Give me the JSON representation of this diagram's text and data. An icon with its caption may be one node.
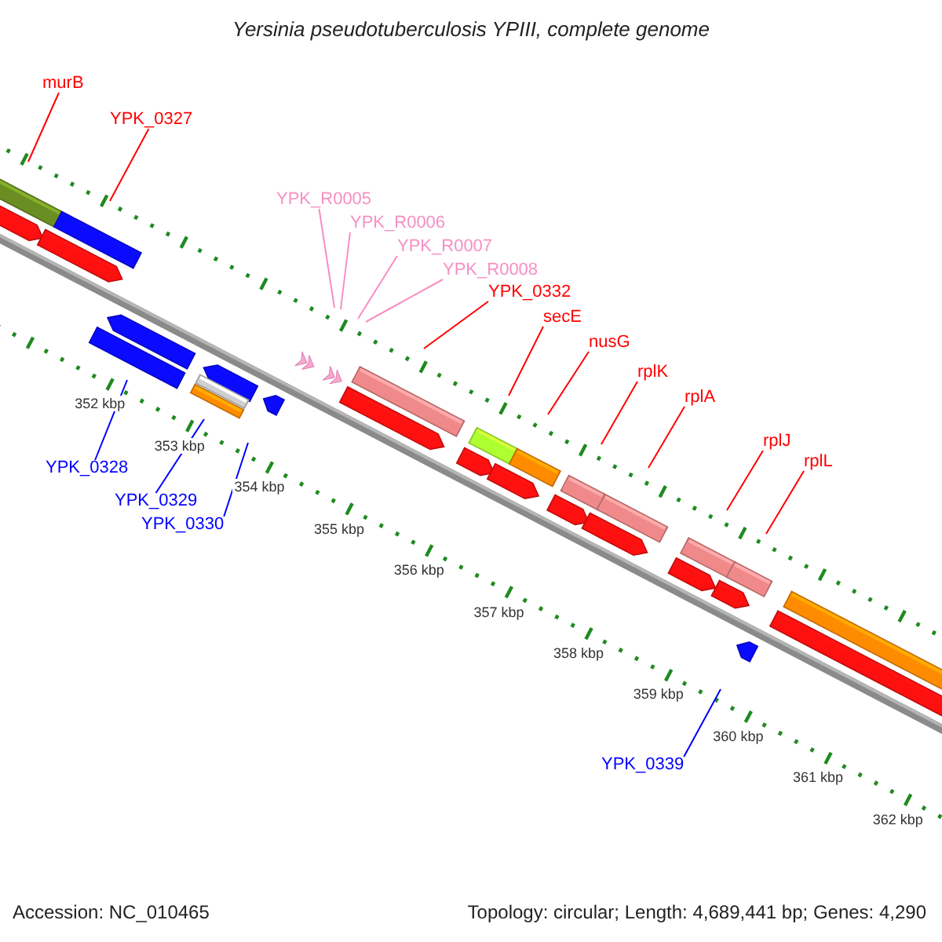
{
  "diagram": {
    "title": "Yersinia pseudotuberculosis YPIII, complete genome",
    "nodes": [
      {
        "text": [
          "murB"
        ]
      },
      {
        "text": [
          "YPK_0327"
        ]
      },
      {
        "text": [
          "YPK_R0005"
        ]
      },
      {
        "text": [
          "YPK_R0006"
        ]
      },
      {
        "text": [
          "YPK_R0007"
        ]
      },
      {
        "text": [
          "YPK_R0008"
        ]
      },
      {
        "text": [
          "YPK_0332"
        ]
      },
      {
        "text": [
          "secE"
        ]
      },
      {
        "text": [
          "nusG"
        ]
      },
      {
        "text": [
          "rplK"
        ]
      },
      {
        "text": [
          "rplA"
        ]
      },
      {
        "text": [
          "rplJ"
        ]
      },
      {
        "text": [
          "rplL"
        ]
      },
      {
        "text": [
          "YPK_0328"
        ]
      },
      {
        "text": [
          "YPK_0329"
        ]
      },
      {
        "text": [
          "YPK_0330"
        ]
      },
      {
        "text": [
          "YPK_0339"
        ]
      }
    ],
    "edges": [
      {
        "from": 0,
        "to": null,
        "arrow": "none"
      },
      {
        "from": 1,
        "to": null,
        "arrow": "none"
      },
      {
        "from": 2,
        "to": null,
        "arrow": "none",
        "color": "#f78fc4"
      },
      {
        "from": 3,
        "to": null,
        "arrow": "none",
        "color": "#f78fc4"
      },
      {
        "from": 4,
        "to": null,
        "arrow": "none",
        "color": "#f78fc4"
      },
      {
        "from": 5,
        "to": null,
        "arrow": "none",
        "color": "#f78fc4"
      },
      {
        "from": 6,
        "to": null,
        "arrow": "none"
      },
      {
        "from": 7,
        "to": null,
        "arrow": "none"
      },
      {
        "from": 8,
        "to": null,
        "arrow": "none"
      },
      {
        "from": 9,
        "to": null,
        "arrow": "none"
      },
      {
        "from": 10,
        "to": null,
        "arrow": "none"
      },
      {
        "from": 11,
        "to": null,
        "arrow": "none"
      },
      {
        "from": 12,
        "to": null,
        "arrow": "none"
      },
      {
        "from": 13,
        "to": null,
        "arrow": "none",
        "color": "#0000ff"
      },
      {
        "from": 14,
        "to": null,
        "arrow": "none",
        "color": "#0000ff"
      },
      {
        "from": 15,
        "to": null,
        "arrow": "none",
        "color": "#0000ff"
      },
      {
        "from": 16,
        "to": null,
        "arrow": "none",
        "color": "#0000ff"
      }
    ],
    "labels": [
      "352 kbp",
      "353 kbp",
      "354 kbp",
      "355 kbp",
      "356 kbp",
      "357 kbp",
      "358 kbp",
      "359 kbp",
      "360 kbp",
      "361 kbp",
      "362 kbp",
      "Accession: NC_010465",
      "Topology: circular; Length: 4,689,441 bp; Genes: 4,290"
    ]
  }
}
